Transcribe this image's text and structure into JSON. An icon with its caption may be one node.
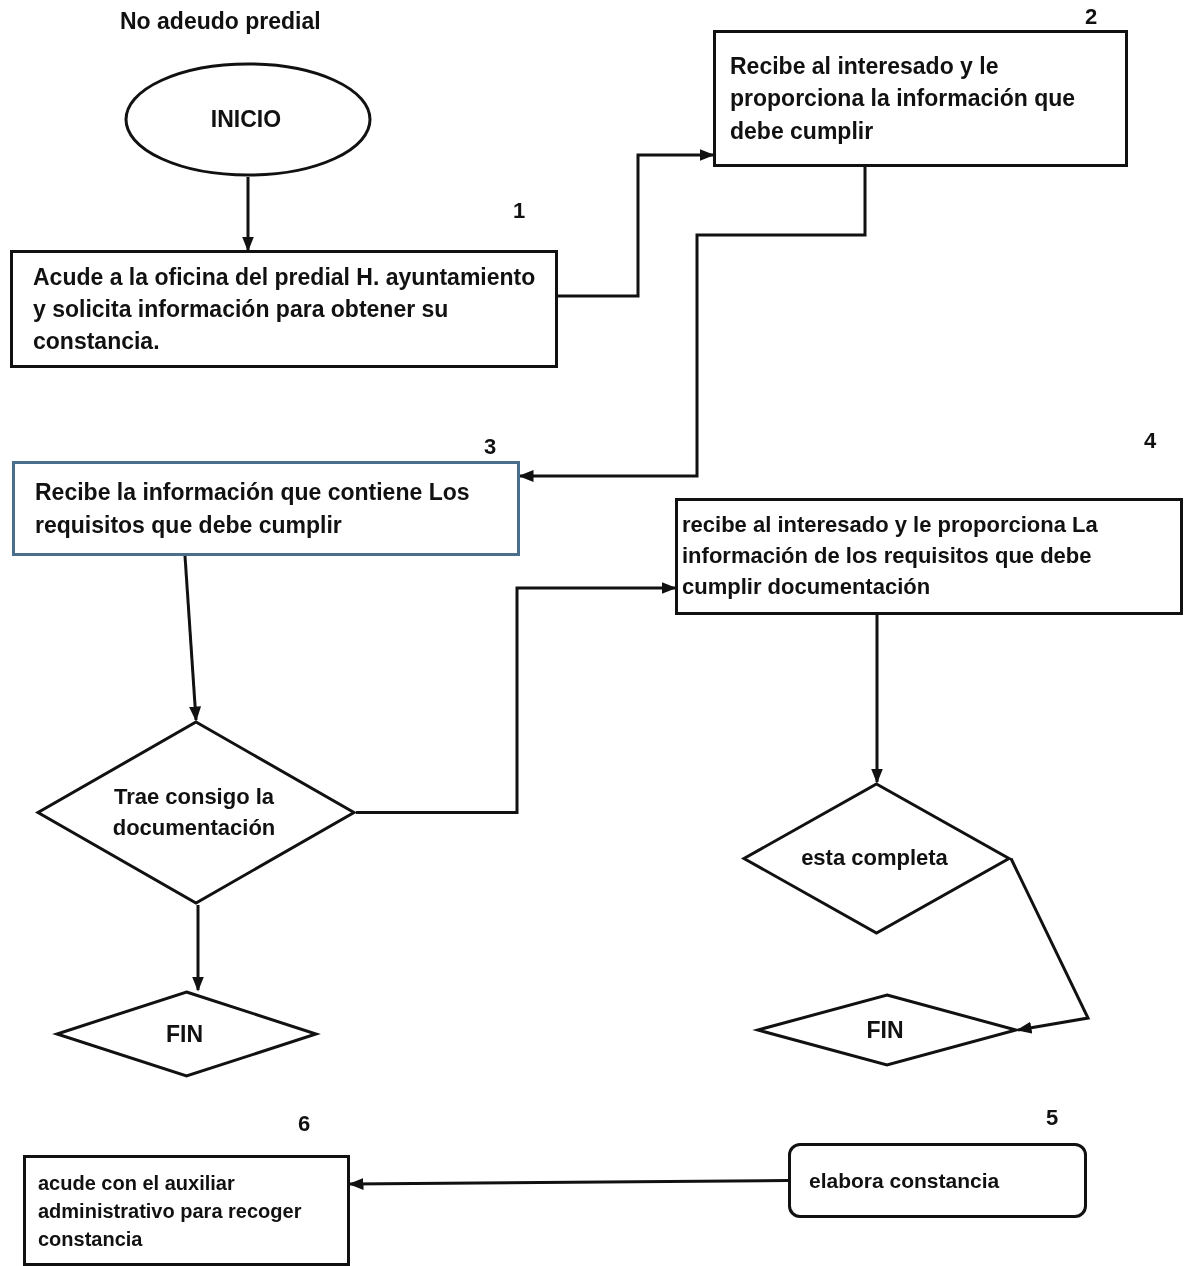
{
  "diagram": {
    "title": "No adeudo predial",
    "nodes": [
      {
        "text": [
          "INICIO"
        ]
      },
      {
        "text": [
          "Acude a la oficina del predial H. ayuntamiento y solicita información para obtener su constancia."
        ],
        "beside": [
          "1"
        ]
      },
      {
        "text": [
          "Recibe al interesado y le proporciona la información que debe cumplir"
        ],
        "beside": [
          "2"
        ]
      },
      {
        "text": [
          "Recibe la información que contiene Los requisitos que debe cumplir"
        ],
        "beside": [
          "3"
        ]
      },
      {
        "text": [
          "Trae consigo la documentación"
        ]
      },
      {
        "text": [
          "FIN"
        ]
      },
      {
        "text": [
          "recibe al interesado y le proporciona La información de los requisitos que debe cumplir documentación"
        ],
        "beside": [
          "4"
        ]
      },
      {
        "text": [
          "esta completa"
        ]
      },
      {
        "text": [
          "FIN"
        ]
      },
      {
        "text": [
          "elabora constancia"
        ],
        "beside": [
          "5"
        ]
      },
      {
        "text": [
          "acude con el auxiliar administrativo para recoger constancia"
        ],
        "beside": [
          "6"
        ]
      }
    ],
    "edges": [
      {
        "from": 0,
        "to": 1,
        "arrow": "to"
      },
      {
        "from": 1,
        "to": 2,
        "arrow": "to"
      },
      {
        "from": 2,
        "to": 3,
        "arrow": "to"
      },
      {
        "from": 3,
        "to": 4,
        "arrow": "to"
      },
      {
        "from": 4,
        "to": 5,
        "arrow": "to"
      },
      {
        "from": 4,
        "to": 6,
        "arrow": "to"
      },
      {
        "from": 6,
        "to": 7,
        "arrow": "to"
      },
      {
        "from": 7,
        "to": 8,
        "arrow": "to"
      },
      {
        "from": 9,
        "to": 10,
        "arrow": "to"
      }
    ]
  }
}
